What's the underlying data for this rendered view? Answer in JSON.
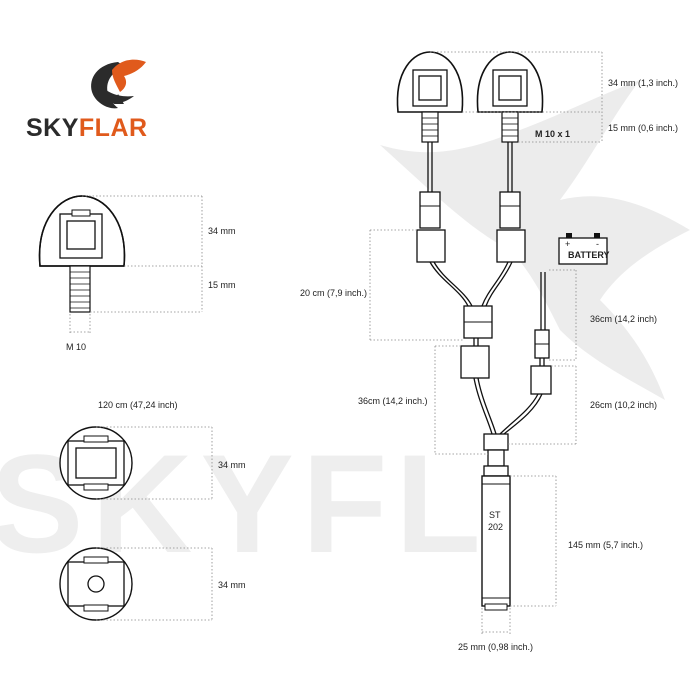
{
  "brand": {
    "name_sky": "SKY",
    "name_flar": "FLAR",
    "color_dark": "#2b2b2b",
    "color_accent": "#e05a1c",
    "watermark_text": "SKYFL"
  },
  "lamp_side_view": {
    "height_label": "34 mm",
    "stem_label": "15 mm",
    "thread_label": "M 10"
  },
  "top_views": {
    "cable_length_label": "120 cm (47,24 inch)",
    "lamp_top_height_label": "34 mm",
    "lamp_bottom_height_label": "34 mm"
  },
  "harness": {
    "lamp_height_label": "34 mm (1,3 inch.)",
    "stem_label": "15 mm (0,6 inch.)",
    "thread_label": "M 10 x 1",
    "branch_length_label": "20 cm (7,9 inch.)",
    "battery_label": "BATTERY",
    "battery_plus": "+",
    "battery_minus": "-",
    "power_lead_label": "36cm (14,2 inch)",
    "main_lead_label": "36cm (14,2 inch.)",
    "control_lead_label": "26cm (10,2 inch)",
    "module_label_line1": "ST",
    "module_label_line2": "202",
    "module_length_label": "145 mm (5,7 inch.)",
    "module_width_label": "25 mm (0,98 inch.)"
  }
}
